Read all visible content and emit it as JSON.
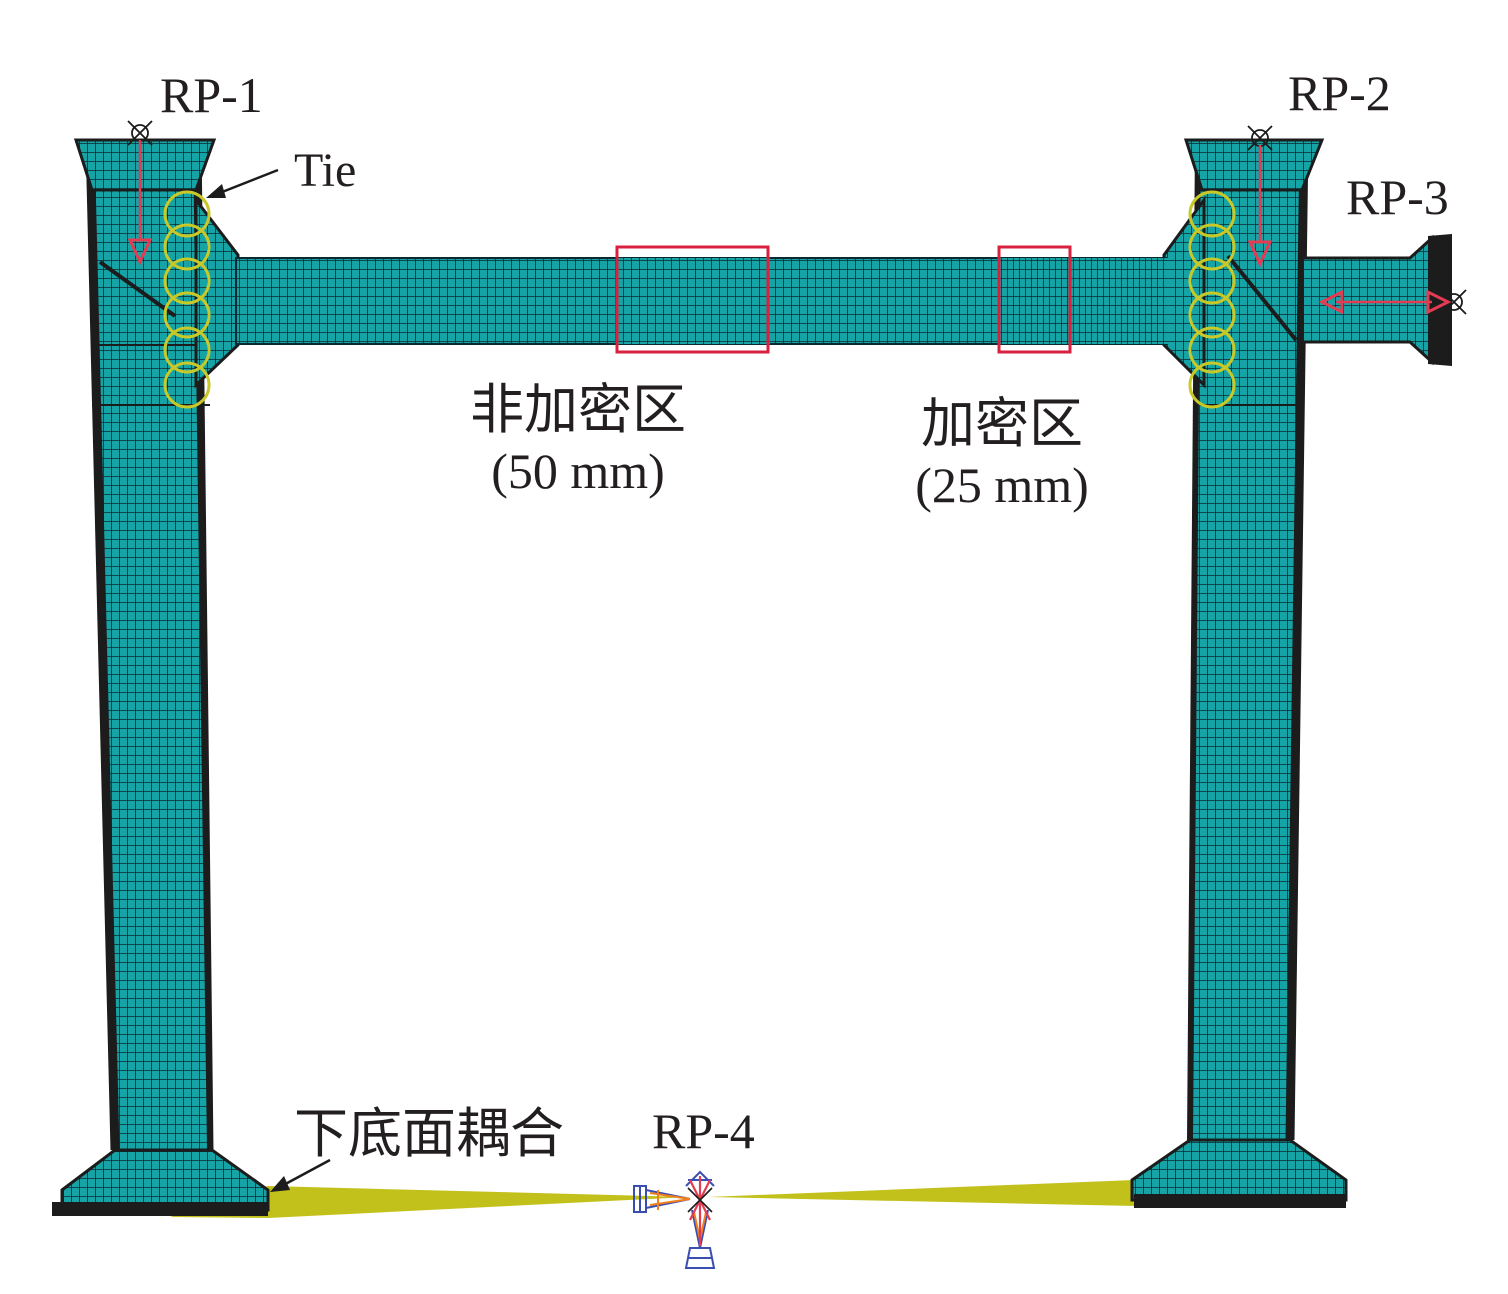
{
  "labels": {
    "rp1": "RP-1",
    "rp2": "RP-2",
    "rp3": "RP-3",
    "rp4": "RP-4",
    "tie": "Tie",
    "coarse_zone": "非加密区",
    "coarse_size": "(50 mm)",
    "fine_zone": "加密区",
    "fine_size": "(25 mm)",
    "bottom_coupling": "下底面耦合"
  },
  "colors": {
    "mesh_fill": "#16a3a6",
    "mesh_line": "#0b2a30",
    "steel_edge": "#1c1c1c",
    "coupling": "#c2c11b",
    "tie_ring": "#c8c828",
    "load_arrow": "#e43b52",
    "zone_box": "#d9213f",
    "constraint_blue": "#3a4db0",
    "constraint_orange": "#f0801e",
    "text": "#231f20"
  },
  "icons": {
    "rp_marker": "crosshair-circle-icon",
    "rp4_constraint": "fixed-support-icon"
  }
}
